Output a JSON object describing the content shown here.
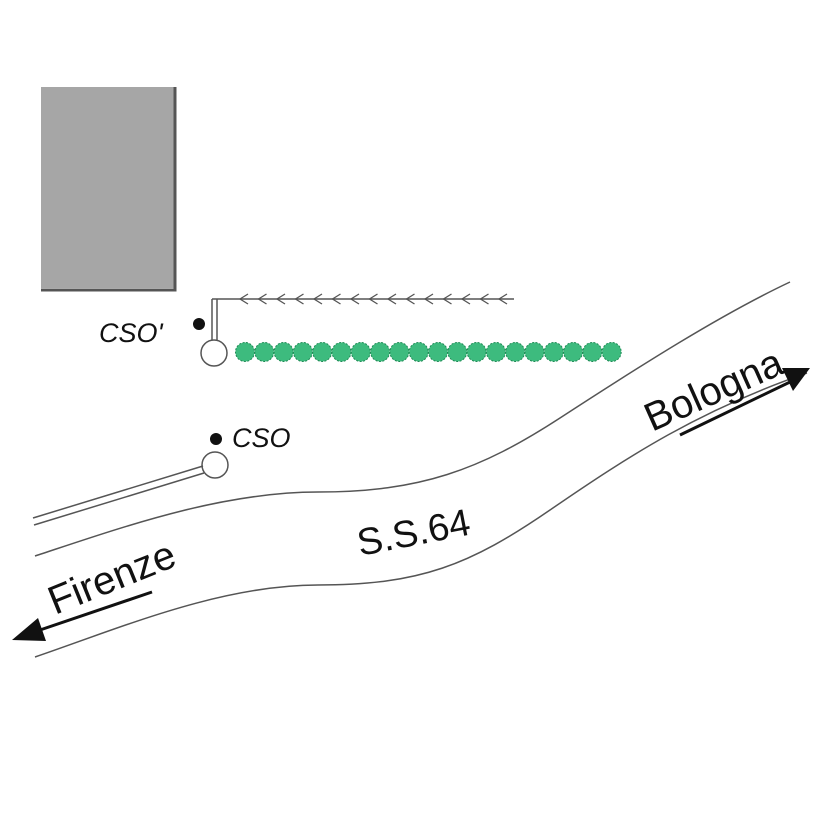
{
  "map": {
    "road_name": "S.S.64",
    "directions": {
      "north": "Bologna",
      "south": "Firenze"
    },
    "stations": [
      {
        "label": "CSO'"
      },
      {
        "label": "CSO"
      }
    ]
  },
  "colors": {
    "building": "#a6a6a6",
    "building_shadow": "#555555",
    "hedge": "#3dbb7e",
    "line": "#555555",
    "text": "#111111"
  }
}
